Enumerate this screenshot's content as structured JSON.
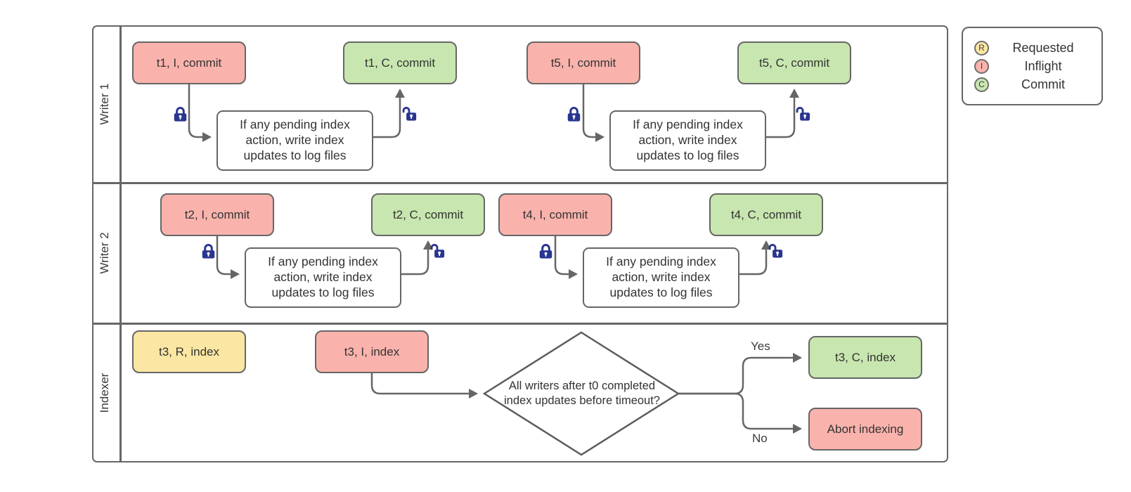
{
  "colors": {
    "inflight": "#F9B3AC",
    "commit": "#C8E6AF",
    "requested": "#FBE7A3",
    "process_fill": "#FFFFFF",
    "shape_border": "#666666",
    "wire": "#666666",
    "lock": "#2A3590",
    "text": "#333333"
  },
  "lanes": {
    "writer1": "Writer 1",
    "writer2": "Writer 2",
    "indexer": "Indexer"
  },
  "nodes": {
    "t1_inflight": "t1, I, commit",
    "t1_commit": "t1, C, commit",
    "t5_inflight": "t5, I, commit",
    "t5_commit": "t5, C, commit",
    "t2_inflight": "t2, I, commit",
    "t2_commit": "t2, C, commit",
    "t4_inflight": "t4, I, commit",
    "t4_commit": "t4, C, commit",
    "writer1_process_left": "If any pending index action, write index updates to log files",
    "writer1_process_right": "If any pending index action, write index updates to log files",
    "writer2_process_left": "If any pending index action, write index updates to log files",
    "writer2_process_right": "If any pending index action, write index updates to log files",
    "t3_requested": "t3, R, index",
    "t3_inflight": "t3, I, index",
    "decision": "All writers after t0 completed index updates before timeout?",
    "t3_commit": "t3, C, index",
    "abort": "Abort indexing"
  },
  "edge_labels": {
    "yes": "Yes",
    "no": "No"
  },
  "legend": {
    "items": [
      {
        "letter": "R",
        "label": "Requested"
      },
      {
        "letter": "I",
        "label": "Inflight"
      },
      {
        "letter": "C",
        "label": "Commit"
      }
    ]
  }
}
